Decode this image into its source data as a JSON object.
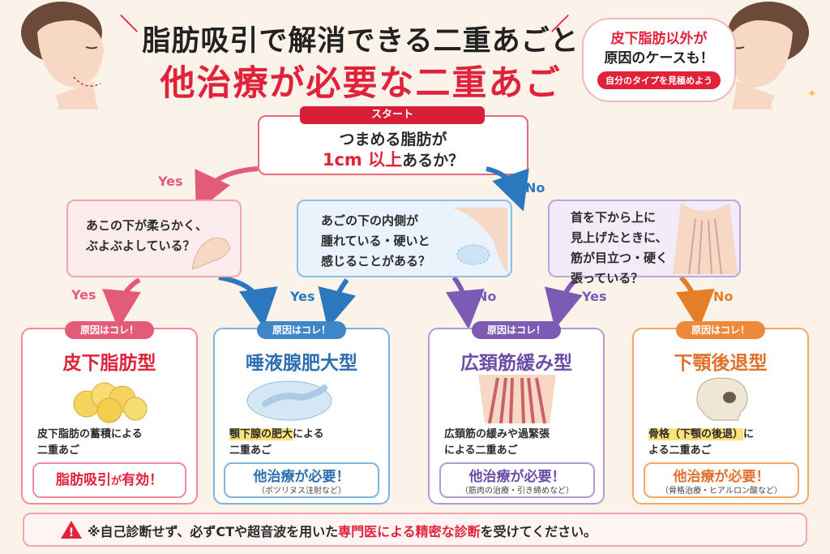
{
  "title": {
    "line1": "脂肪吸引で解消できる二重あごと",
    "line2": "他治療が必要な二重あご"
  },
  "bubble": {
    "line1": "皮下脂肪以外が",
    "line2": "原因のケースも！",
    "pill": "自分のタイプを見極めよう"
  },
  "start": {
    "tag": "スタート",
    "question_line1": "つまめる脂肪が",
    "question_highlight": "1cm 以上",
    "question_rest": "あるか？"
  },
  "branches": {
    "top_yes": "Yes",
    "top_no": "No",
    "left_yes1": "Yes",
    "left_yes2": "Yes",
    "mid_no": "No",
    "right_yes": "Yes",
    "right_no": "No"
  },
  "questions": {
    "q1": [
      "あこの下が柔らかく、",
      "ぶよぶよしている？"
    ],
    "q2": [
      "あごの下の内側が",
      "腫れている・硬いと",
      "感じることがある？"
    ],
    "q3": [
      "首を下から上に",
      "見上げたときに、",
      "筋が目立つ・硬く",
      "張っている？"
    ]
  },
  "results": [
    {
      "tag": "原因はコレ！",
      "title": "皮下脂肪型",
      "desc_line1": "皮下脂肪の蓄積による",
      "desc_line2": "二重あご",
      "pill_a": "脂肪吸引",
      "pill_b": "が",
      "pill_c": "有効！",
      "color": "#e0223b"
    },
    {
      "tag": "原因はコレ！",
      "title": "唾液腺肥大型",
      "desc_highlight": "顎下腺の肥大",
      "desc_line1_rest": "による",
      "desc_line2": "二重あご",
      "pill_main": "他治療が必要！",
      "pill_sub": "（ボツリヌス注射など）",
      "color": "#2c6fb3"
    },
    {
      "tag": "原因はコレ！",
      "title": "広頚筋緩み型",
      "desc_line1": "広頚筋の緩みや過緊張",
      "desc_line2": "による二重あご",
      "pill_main": "他治療が必要！",
      "pill_sub": "（筋肉の治療・引き締めなど）",
      "color": "#6d4ca8"
    },
    {
      "tag": "原因はコレ！",
      "title": "下顎後退型",
      "desc_highlight": "骨格（下顎の後退）",
      "desc_line1_rest": "に",
      "desc_line2": "よる二重あご",
      "pill_main": "他治療が必要！",
      "pill_sub": "（骨格治療・ヒアルロン酸など）",
      "color": "#e0702a"
    }
  ],
  "warning": {
    "part1": "※自己診断せず、必ずCTや超音波を用いた",
    "part2": "専門医による精密な診断",
    "part3": "を受けてください。"
  },
  "colors": {
    "accent_red": "#e0223b",
    "pink": "#ef8b9a",
    "blue": "#7fb3e0",
    "purple": "#b09bd6",
    "orange": "#f2a866"
  }
}
